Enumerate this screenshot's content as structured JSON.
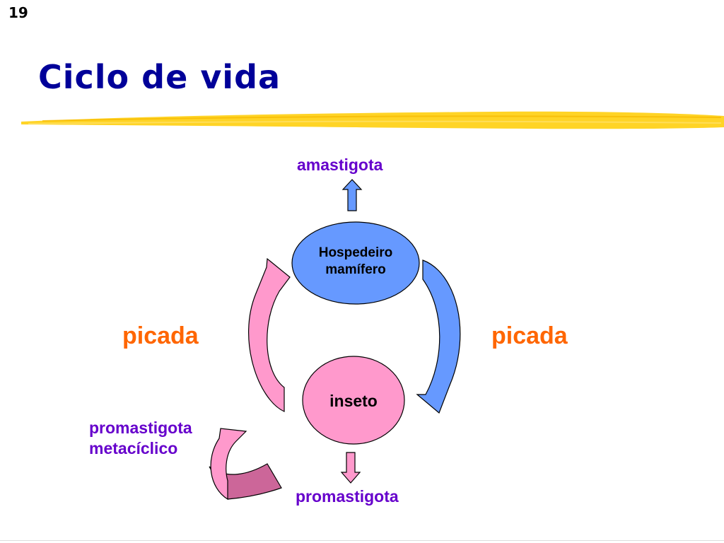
{
  "slide": {
    "number": "19",
    "title": "Ciclo de vida"
  },
  "colors": {
    "title": "#000099",
    "stage_label": "#6600cc",
    "transmission_label": "#ff6600",
    "host_fill": "#6699ff",
    "insect_fill": "#ff99cc",
    "highlight": "#ffcc00"
  },
  "diagram": {
    "nodes": {
      "host_line1": "Hospedeiro",
      "host_line2": "mamífero",
      "insect": "inseto"
    },
    "labels": {
      "top_stage": "amastigota",
      "bottom_stage": "promastigota",
      "metacyclic_line1": "promastigota",
      "metacyclic_line2": "metacíclico",
      "left_transmission": "picada",
      "right_transmission": "picada"
    }
  }
}
